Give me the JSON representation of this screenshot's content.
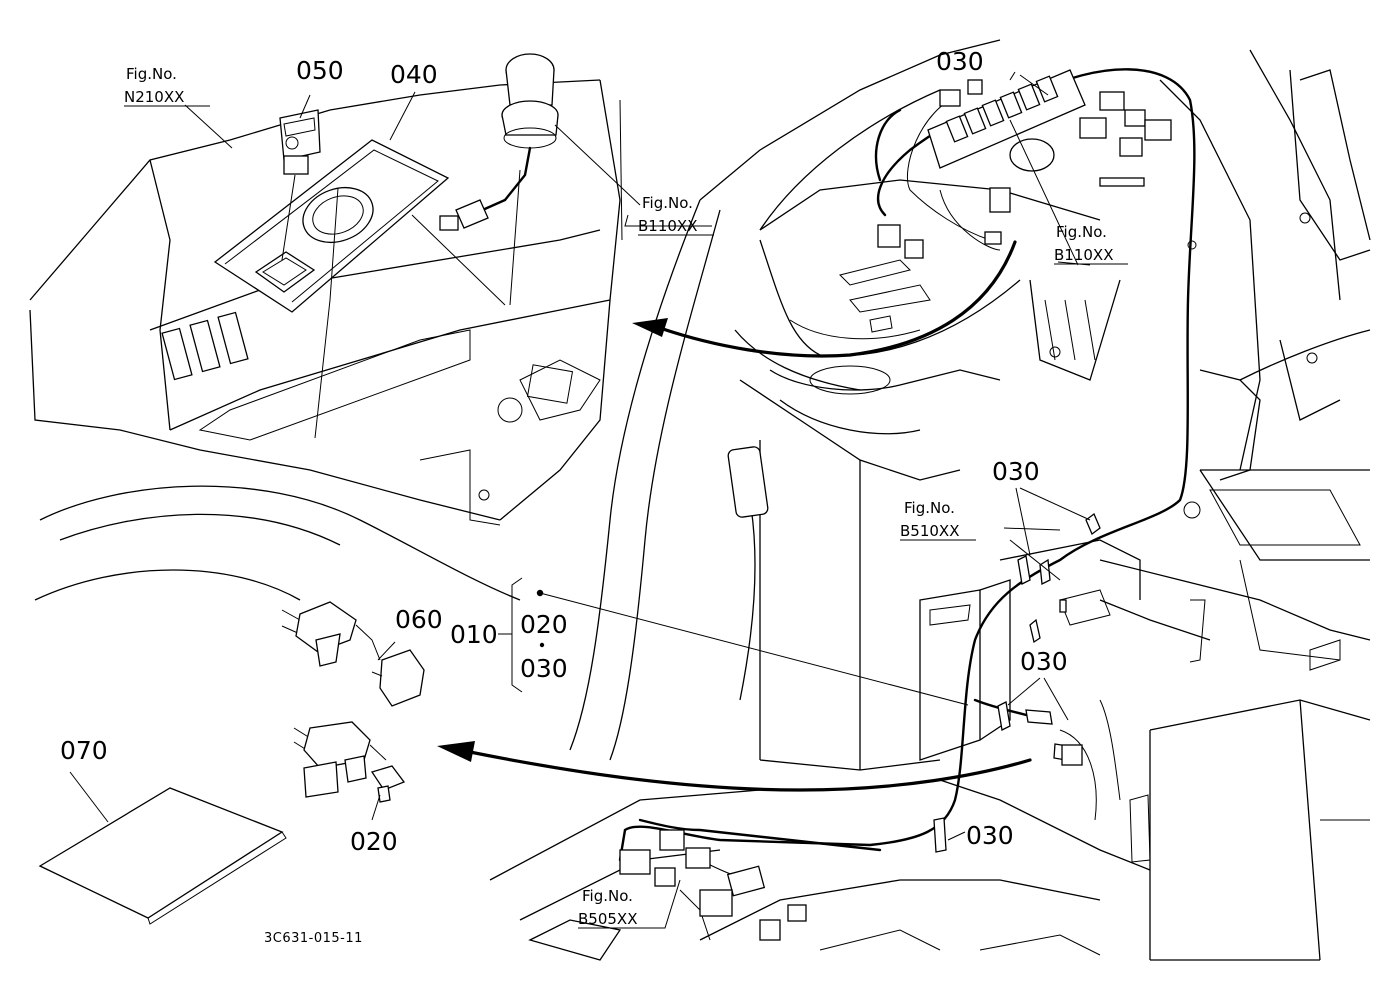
{
  "labels": {
    "p050": "050",
    "p040": "040",
    "p030_top": "030",
    "p030_mid": "030",
    "p030_lower": "030",
    "p030_bottom": "030",
    "p060": "060",
    "p010": "010",
    "p020_group": "020",
    "p030_group": "030",
    "p070": "070",
    "p020_bottom": "020"
  },
  "fig_refs": {
    "n210_line1": "Fig.No.",
    "n210_line2": "N210XX",
    "b110a_line1": "Fig.No.",
    "b110a_line2": "B110XX",
    "b110b_line1": "Fig.No.",
    "b110b_line2": "B110XX",
    "b510_line1": "Fig.No.",
    "b510_line2": "B510XX",
    "b505_line1": "Fig.No.",
    "b505_line2": "B505XX"
  },
  "drawing_code": "3C631-015-11"
}
